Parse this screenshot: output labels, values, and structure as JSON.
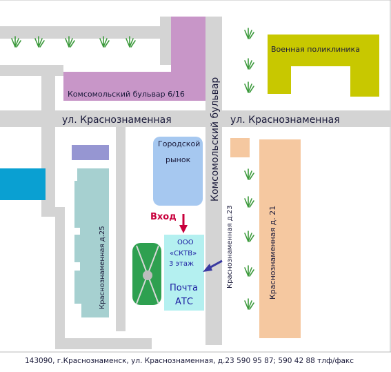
{
  "streets": {
    "krasnoznamennaya_left": "ул. Краснознаменная",
    "krasnoznamennaya_right": "ул. Краснознаменная",
    "komsomolsky": "Комсомольский бульвар"
  },
  "buildings": {
    "komsomolsky_6_16": "Комсомольский бульвар 6/16",
    "military_clinic": "Военная поликлиника",
    "market_line1": "Городской",
    "market_line2": "рынок",
    "krasnoznamennaya_25": "Краснознаменная д.25",
    "krasnoznamennaya_23": "Краснознаменная д.23",
    "krasnoznamennaya_21": "Краснознаменная д. 21",
    "office_line1": "ООО",
    "office_line2": "«СКТВ»",
    "office_line3": "3 этаж",
    "post_line1": "Почта",
    "post_line2": "АТС"
  },
  "entrance_label": "Вход",
  "footer": "143090, г.Краснознаменск, ул. Краснознаменная, д.23   590 95 87; 590 42 88 тлф/факс",
  "colors": {
    "road": "#d4d4d4",
    "pink": "#c896c8",
    "olive": "#c8c800",
    "market": "#a6c8f0",
    "teal": "#a6d0d0",
    "orange": "#f5c8a0",
    "lavender": "#9696d2",
    "blue": "#0aa0d2",
    "office": "#b4f0f0",
    "green": "#2ea050",
    "grass": "#3c9a3c",
    "arrow_red": "#c8003c",
    "arrow_blue": "#3a3aa0",
    "text_dark": "#1a1a3a",
    "text_blue": "#1a1aa0"
  }
}
